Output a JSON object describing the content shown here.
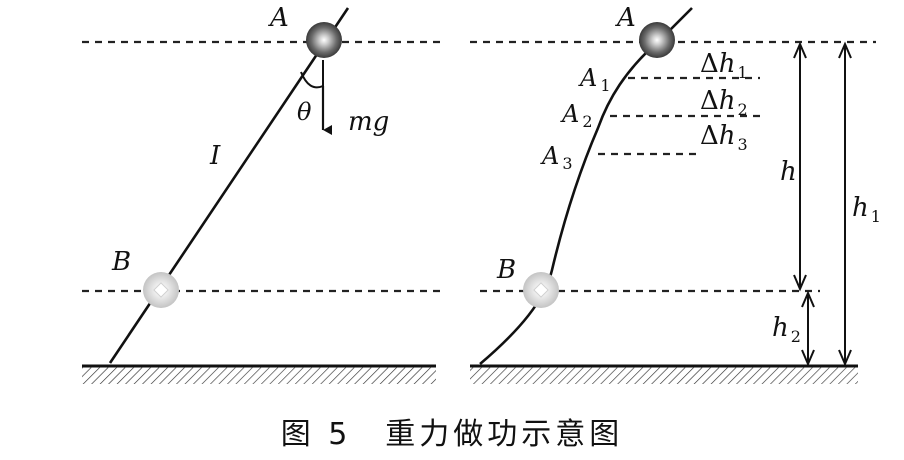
{
  "left_panel": {
    "point_top": "A",
    "point_bottom": "B",
    "angle": "θ",
    "force": "mg",
    "path_label": "I"
  },
  "right_panel": {
    "point_top": "A",
    "sub_points": [
      {
        "letter": "A",
        "sub": "1"
      },
      {
        "letter": "A",
        "sub": "2"
      },
      {
        "letter": "A",
        "sub": "3"
      }
    ],
    "deltas": [
      {
        "prefix": "Δ",
        "var": "h",
        "sub": "1"
      },
      {
        "prefix": "Δ",
        "var": "h",
        "sub": "2"
      },
      {
        "prefix": "Δ",
        "var": "h",
        "sub": "3"
      }
    ],
    "point_bottom": "B",
    "h": "h",
    "h1": {
      "var": "h",
      "sub": "1"
    },
    "h2": {
      "var": "h",
      "sub": "2"
    }
  },
  "caption": "图 5　重力做功示意图"
}
